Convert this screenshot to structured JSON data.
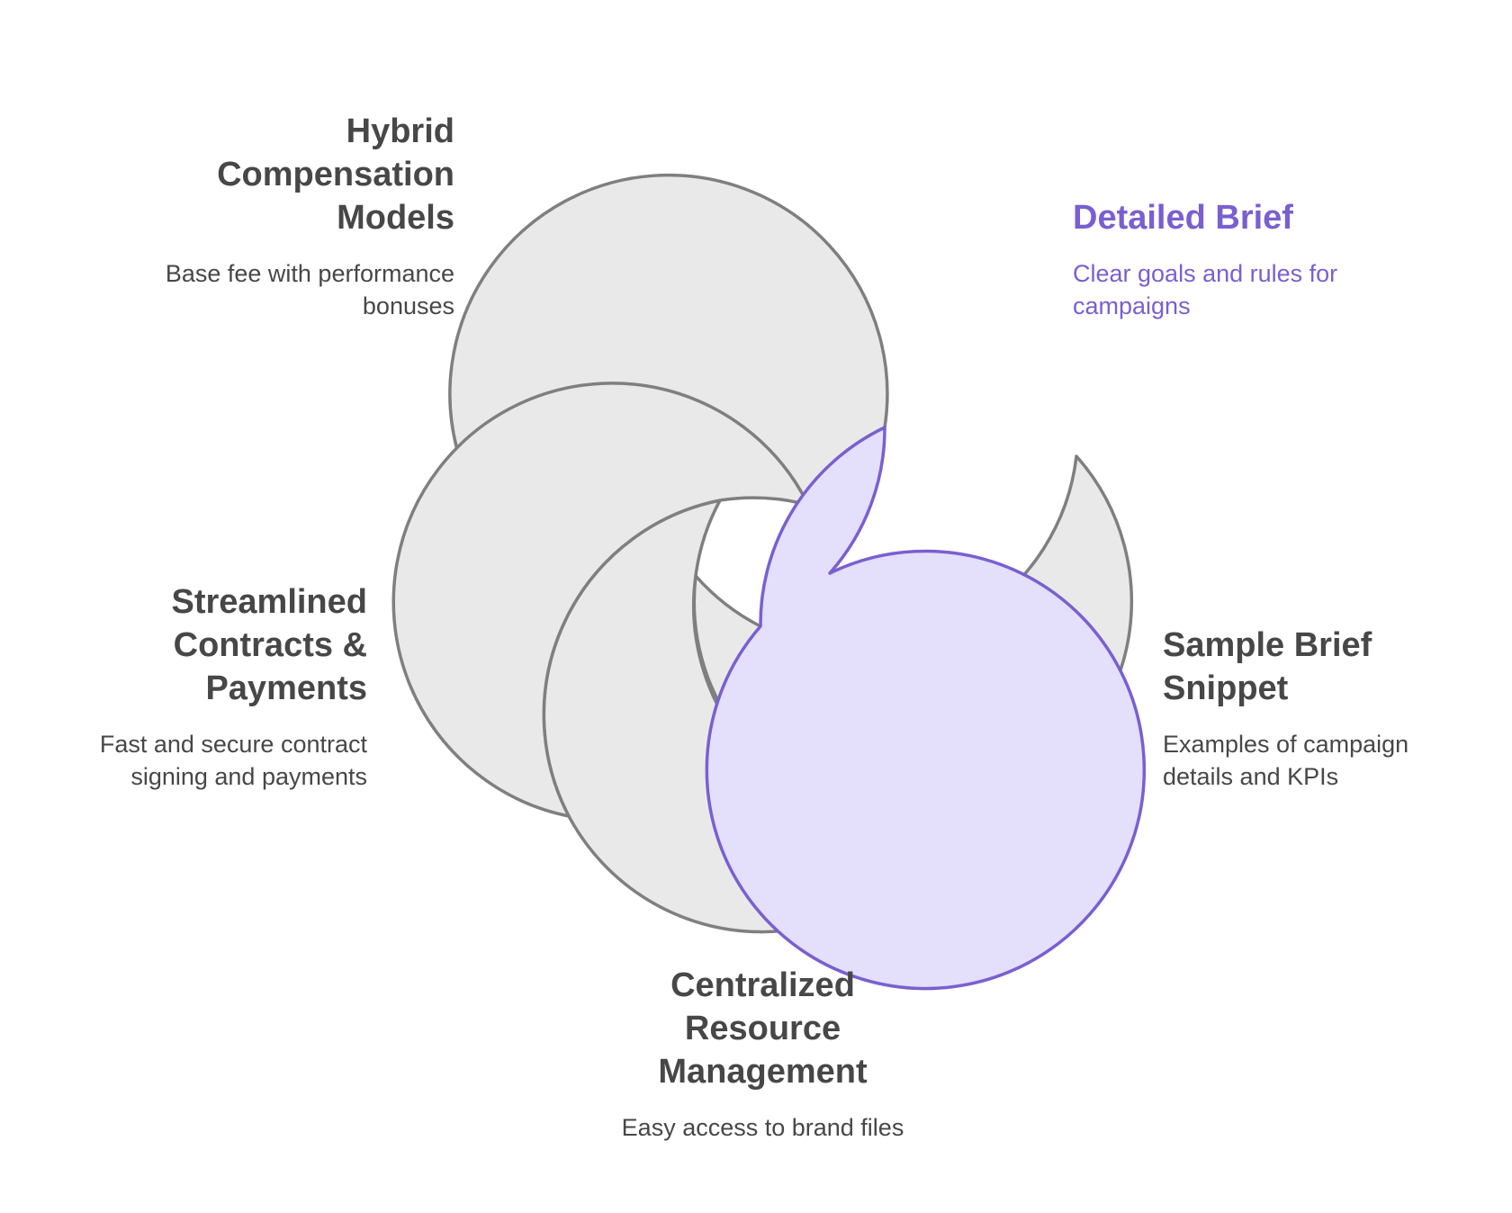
{
  "colors": {
    "ring_fill": "#e9e9e9",
    "ring_stroke": "#7f7f7f",
    "highlight_fill": "#e4dffb",
    "highlight_stroke": "#7a5fd0",
    "text": "#474747",
    "highlight_text": "#7a5fd0"
  },
  "items": [
    {
      "title": "Hybrid Compensation Models",
      "description": "Base fee with performance bonuses",
      "highlighted": false
    },
    {
      "title": "Detailed Brief",
      "description": "Clear goals and rules for campaigns",
      "highlighted": true
    },
    {
      "title": "Sample Brief Snippet",
      "description": "Examples of campaign details and KPIs",
      "highlighted": false
    },
    {
      "title": "Centralized Resource Management",
      "description": "Easy access to brand files",
      "highlighted": false
    },
    {
      "title": "Streamlined Contracts & Payments",
      "description": "Fast and secure contract signing and payments",
      "highlighted": false
    }
  ]
}
